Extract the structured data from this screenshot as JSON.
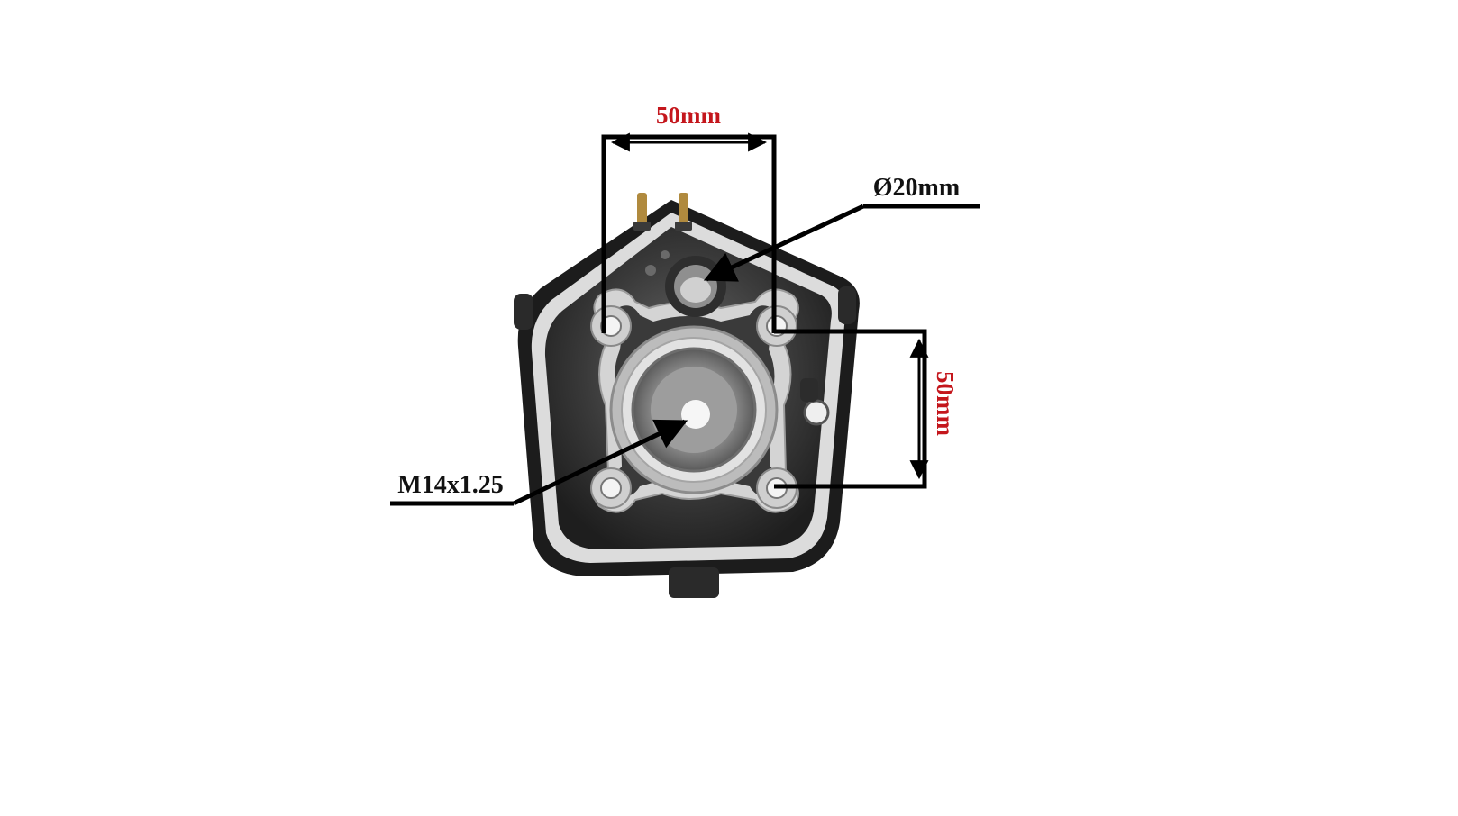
{
  "labels": {
    "top_width": "50mm",
    "valve_diameter": "Ø20mm",
    "side_height": "50mm",
    "spark_thread": "M14x1.25"
  },
  "colors": {
    "dimension_text": "#c4161c",
    "callout_text": "#111111",
    "lines": "#000000",
    "part_dark": "#2b2b2b",
    "part_light": "#d9d9d9"
  }
}
